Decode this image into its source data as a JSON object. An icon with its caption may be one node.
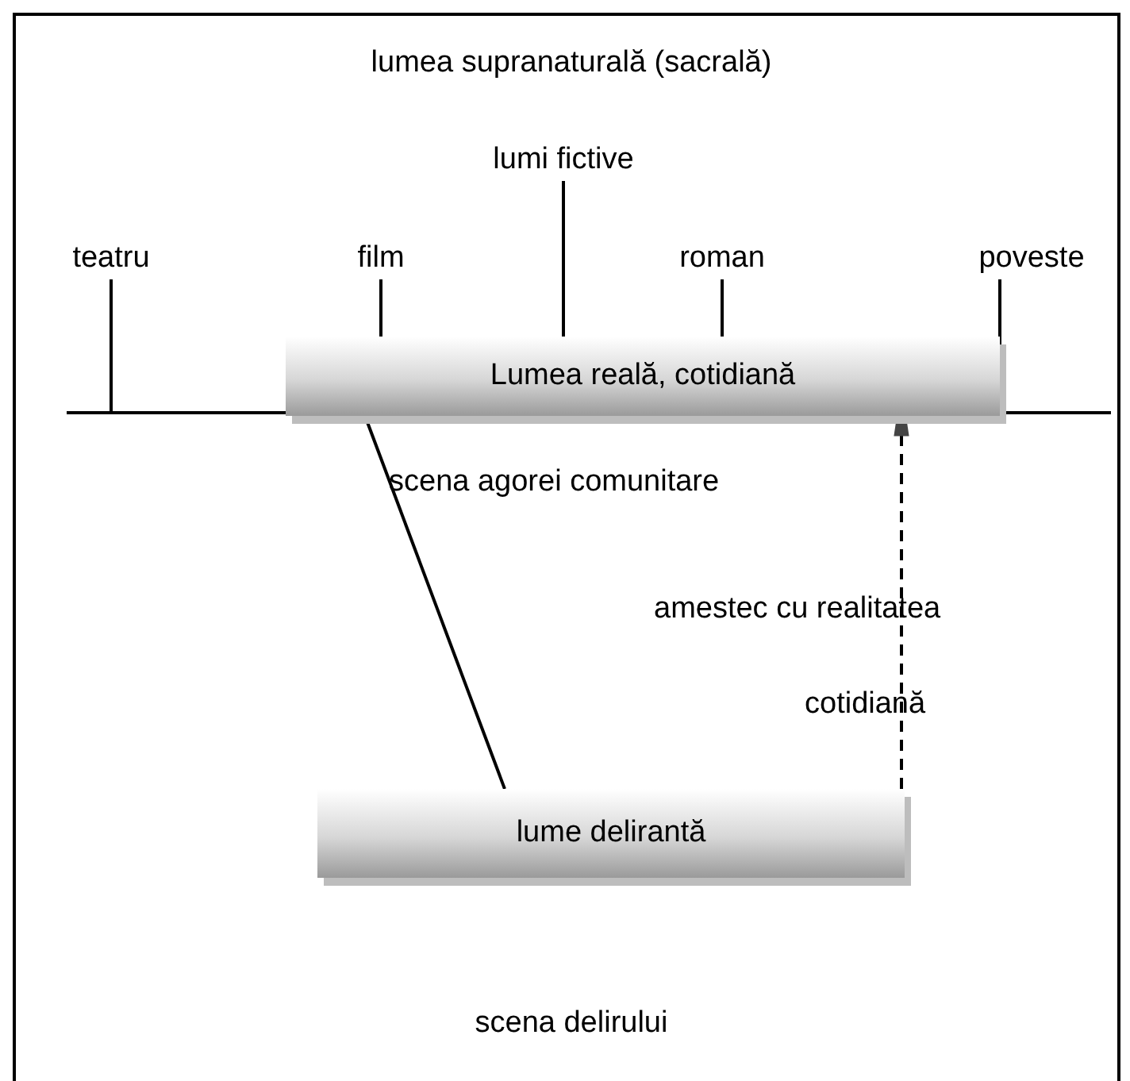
{
  "diagram": {
    "nodes": [
      {
        "text": [
          "teatru"
        ]
      },
      {
        "text": [
          "film"
        ]
      },
      {
        "text": [
          "lumi fictive"
        ]
      },
      {
        "text": [
          "roman"
        ]
      },
      {
        "text": [
          "poveste"
        ]
      },
      {
        "text": [],
        "shape": "bar"
      },
      {
        "text": [
          "Lumea reală, cotidiană"
        ]
      },
      {
        "text": [
          "lume delirantă"
        ]
      }
    ],
    "edges": [
      {
        "from": 0,
        "to": 5,
        "arrow": "none"
      },
      {
        "from": 1,
        "to": 6,
        "arrow": "none"
      },
      {
        "from": 2,
        "to": 6,
        "arrow": "none"
      },
      {
        "from": 3,
        "to": 6,
        "arrow": "none"
      },
      {
        "from": 4,
        "to": 5,
        "arrow": "none"
      },
      {
        "from": 6,
        "to": 7,
        "arrow": "none"
      },
      {
        "from": 7,
        "to": 6,
        "arrow": "to",
        "style": "dashed"
      }
    ],
    "labels": [
      "lumea supranaturală (sacrală)",
      "scena agorei comunitare",
      "amestec cu realitatea",
      "cotidiană",
      "scena delirului"
    ]
  }
}
